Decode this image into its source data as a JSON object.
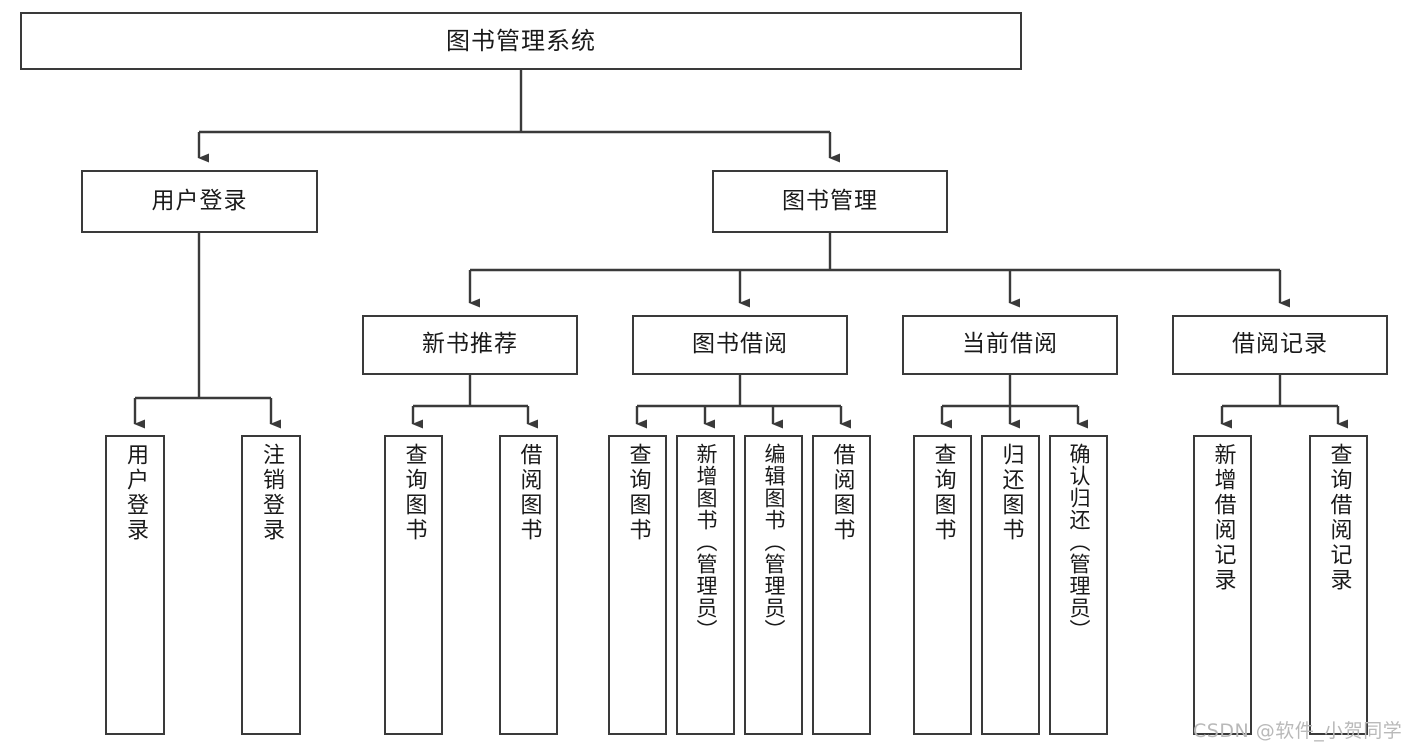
{
  "diagram": {
    "title": "图书管理系统",
    "type": "tree-structure-chart",
    "watermark": "CSDN @软件_小贺同学",
    "colors": {
      "node_border": "#3a3a3a",
      "node_fill": "#ffffff",
      "edge": "#3a3a3a",
      "text": "#1a1a1a",
      "watermark": "#b9b9b9",
      "background": "#ffffff"
    },
    "nodes": {
      "root": {
        "label": "图书管理系统"
      },
      "level2": [
        {
          "id": "user-login",
          "label": "用户登录"
        },
        {
          "id": "book-manage",
          "label": "图书管理"
        }
      ],
      "level3": [
        {
          "id": "new-book-recommend",
          "label": "新书推荐"
        },
        {
          "id": "book-borrow",
          "label": "图书借阅"
        },
        {
          "id": "current-borrow",
          "label": "当前借阅"
        },
        {
          "id": "borrow-record",
          "label": "借阅记录"
        }
      ],
      "leaves": {
        "user_login": [
          {
            "id": "leaf-user-login",
            "label": "用户登录"
          },
          {
            "id": "leaf-logout-login",
            "label": "注销登录"
          }
        ],
        "new_book_recommend": [
          {
            "id": "leaf-query-book-1",
            "label": "查询图书"
          },
          {
            "id": "leaf-borrow-book-1",
            "label": "借阅图书"
          }
        ],
        "book_borrow": [
          {
            "id": "leaf-query-book-2",
            "label": "查询图书"
          },
          {
            "id": "leaf-add-book",
            "label": "新增图书（管理员）"
          },
          {
            "id": "leaf-edit-book",
            "label": "编辑图书（管理员）"
          },
          {
            "id": "leaf-borrow-book-2",
            "label": "借阅图书"
          }
        ],
        "current_borrow": [
          {
            "id": "leaf-query-book-3",
            "label": "查询图书"
          },
          {
            "id": "leaf-return-book",
            "label": "归还图书"
          },
          {
            "id": "leaf-confirm-return",
            "label": "确认归还（管理员）"
          }
        ],
        "borrow_record": [
          {
            "id": "leaf-add-record",
            "label": "新增借阅记录"
          },
          {
            "id": "leaf-query-record",
            "label": "查询借阅记录"
          }
        ]
      }
    }
  }
}
